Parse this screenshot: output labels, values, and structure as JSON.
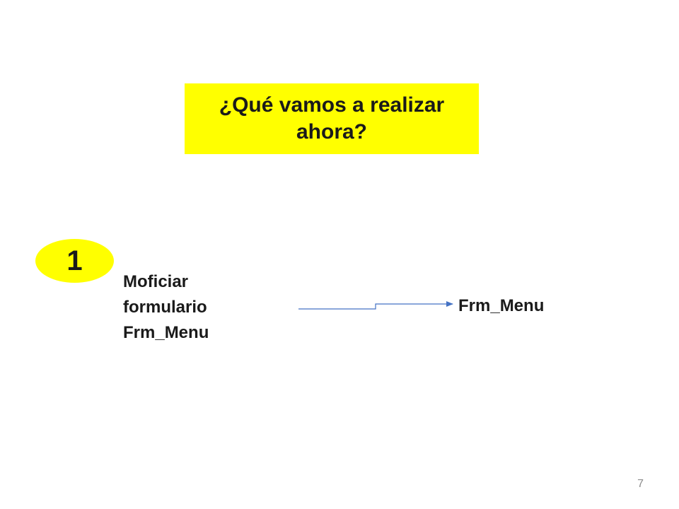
{
  "title": {
    "text": "¿Qué vamos a realizar ahora?",
    "background_color": "#ffff00"
  },
  "step": {
    "number": "1",
    "badge_color": "#ffff00",
    "description_lines": [
      "Moficiar",
      "formulario",
      "Frm_Menu"
    ]
  },
  "target": {
    "label": "Frm_Menu"
  },
  "connector": {
    "color": "#4472c4",
    "icon": "arrow-right-icon"
  },
  "footer": {
    "page_number": "7"
  }
}
